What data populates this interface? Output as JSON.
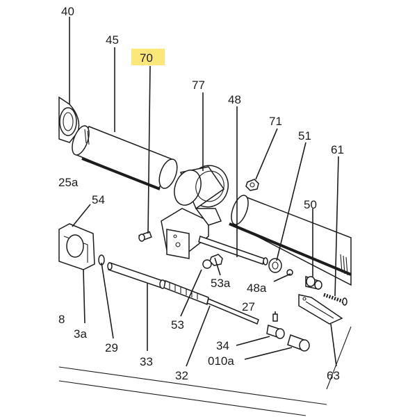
{
  "highlight_color": "#fce77a",
  "labels": {
    "p40": "40",
    "p45": "45",
    "p70": "70",
    "p77": "77",
    "p48": "48",
    "p71": "71",
    "p51": "51",
    "p61": "61",
    "p25a": "25a",
    "p54": "54",
    "p50": "50",
    "p53a": "53a",
    "p48a": "48a",
    "p27": "27",
    "p8": "8",
    "p3a": "3a",
    "p29": "29",
    "p33": "33",
    "p53": "53",
    "p32": "32",
    "p34": "34",
    "p010a": "010a",
    "p63": "63"
  }
}
